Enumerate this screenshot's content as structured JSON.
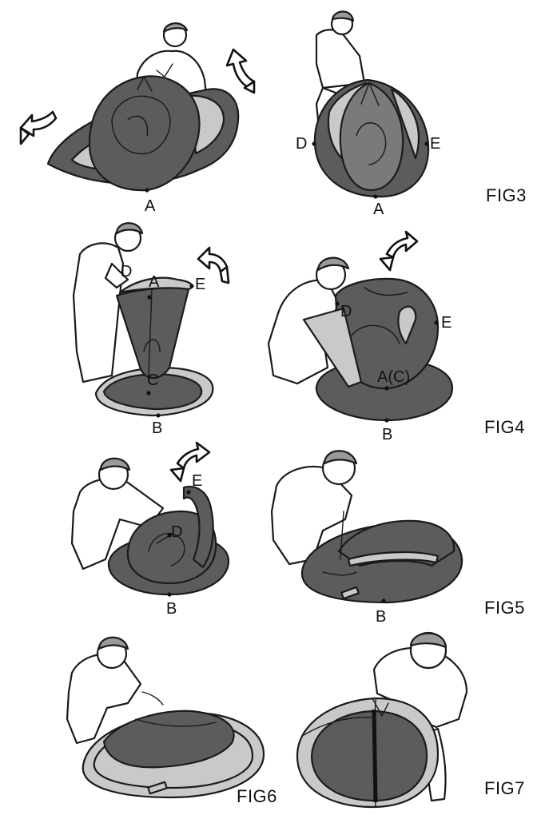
{
  "figures": {
    "fig3": "FIG3",
    "fig4": "FIG4",
    "fig5": "FIG5",
    "fig6": "FIG6",
    "fig7": "FIG7"
  },
  "points": {
    "p1_a": "A",
    "p2_d": "D",
    "p2_e": "E",
    "p2_a": "A",
    "p3_d": "D",
    "p3_a": "A",
    "p3_e": "E",
    "p3_c": "C",
    "p3_b": "B",
    "p4_d": "D",
    "p4_e": "E",
    "p4_ac": "A(C)",
    "p4_b": "B",
    "p5_e": "E",
    "p5_d": "D",
    "p5_b": "B",
    "p6_b": "B"
  }
}
